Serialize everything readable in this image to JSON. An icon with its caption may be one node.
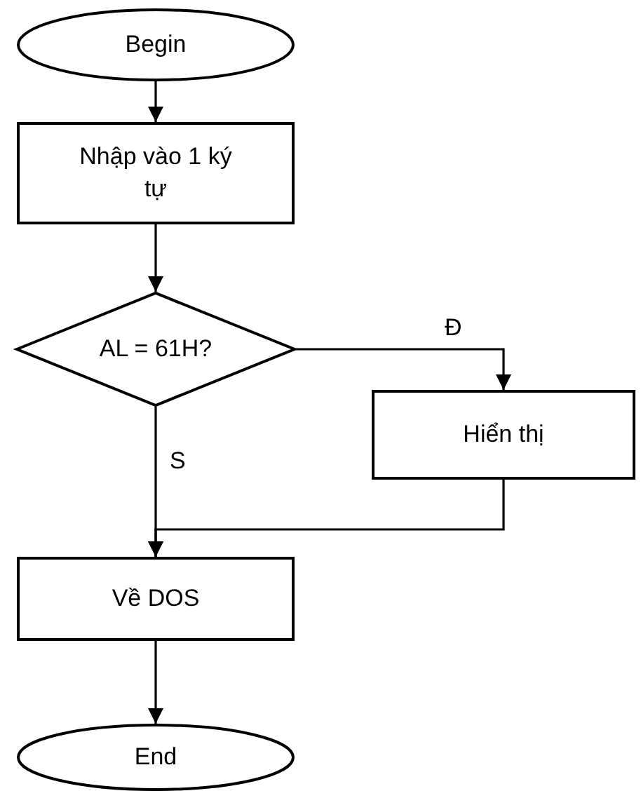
{
  "diagram": {
    "nodes": [
      {
        "text": [
          "Begin"
        ]
      },
      {
        "text": [
          "Nhập vào 1 ký tự"
        ]
      },
      {
        "text": [
          "AL = 61H?"
        ]
      },
      {
        "text": [
          "Hiển thị"
        ]
      },
      {
        "text": [
          "Về DOS"
        ]
      },
      {
        "text": [
          "End"
        ]
      }
    ],
    "edges": [
      {
        "from": 0,
        "to": 1,
        "arrow": "to"
      },
      {
        "from": 1,
        "to": 2,
        "arrow": "to"
      },
      {
        "from": 2,
        "to": 3,
        "arrow": "to",
        "label": "Đ"
      },
      {
        "from": 2,
        "to": 4,
        "arrow": "to",
        "label": "S"
      },
      {
        "from": 3,
        "to": 4,
        "arrow": "to"
      },
      {
        "from": 4,
        "to": 5,
        "arrow": "to"
      }
    ]
  }
}
